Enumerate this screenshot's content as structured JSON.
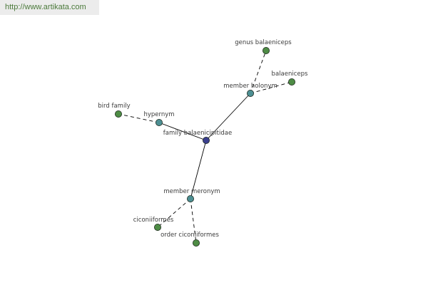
{
  "site_url": "http://www.artikata.com",
  "colors": {
    "center_node": "#3b3f8f",
    "relation_node": "#4d8f93",
    "leaf_node": "#4e8c45",
    "node_stroke": "#1f2a1f",
    "edge": "#000000",
    "url_text": "#4b7a3b",
    "label_text": "#3c3c3c"
  },
  "graph": {
    "nodes": [
      {
        "id": "center",
        "label": "family balaenicipitidae",
        "kind": "center"
      },
      {
        "id": "hypernym",
        "label": "hypernym",
        "kind": "relation"
      },
      {
        "id": "holonym",
        "label": "member holonym",
        "kind": "relation"
      },
      {
        "id": "meronym",
        "label": "member meronym",
        "kind": "relation"
      },
      {
        "id": "bird-family",
        "label": "bird family",
        "kind": "leaf"
      },
      {
        "id": "genus-balaeniceps",
        "label": "genus balaeniceps",
        "kind": "leaf"
      },
      {
        "id": "balaeniceps",
        "label": "balaeniceps",
        "kind": "leaf"
      },
      {
        "id": "ciconiiformes",
        "label": "ciconiiformes",
        "kind": "leaf"
      },
      {
        "id": "order-ciconiiformes",
        "label": "order ciconiiformes",
        "kind": "leaf"
      }
    ],
    "edges": [
      {
        "from": "center",
        "to": "hypernym",
        "style": "solid"
      },
      {
        "from": "center",
        "to": "holonym",
        "style": "solid"
      },
      {
        "from": "center",
        "to": "meronym",
        "style": "solid"
      },
      {
        "from": "hypernym",
        "to": "bird-family",
        "style": "dashed"
      },
      {
        "from": "holonym",
        "to": "genus-balaeniceps",
        "style": "dashed"
      },
      {
        "from": "holonym",
        "to": "balaeniceps",
        "style": "dashed"
      },
      {
        "from": "meronym",
        "to": "ciconiiformes",
        "style": "dashed"
      },
      {
        "from": "meronym",
        "to": "order-ciconiiformes",
        "style": "dashed"
      }
    ]
  }
}
